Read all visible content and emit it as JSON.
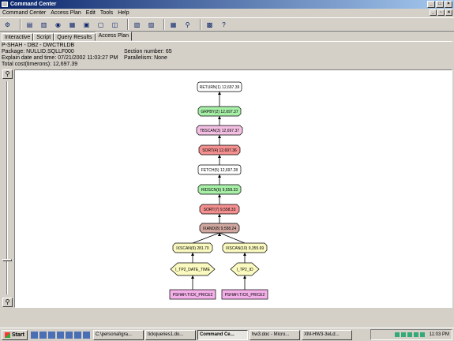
{
  "window": {
    "title": "Command Center"
  },
  "menu": [
    "Command Center",
    "Access Plan",
    "Edit",
    "Tools",
    "Help"
  ],
  "toolbar_icons": [
    "connect-icon",
    "script-icon",
    "db-icon",
    "history-icon",
    "form-icon",
    "stop-icon",
    "results-icon",
    "explain-icon",
    "save-icon",
    "grid-icon",
    "tree-icon",
    "prefs-icon",
    "help-icon"
  ],
  "tabs": [
    {
      "label": "Interactive",
      "active": false
    },
    {
      "label": "Script",
      "active": false
    },
    {
      "label": "Query Results",
      "active": false
    },
    {
      "label": "Access Plan",
      "active": true
    }
  ],
  "info": {
    "line1": "P-SHAH - DB2 - DWCTRLDB",
    "package": "Package: NULLID.SQLLF000",
    "explain": "Explain date and time: 07/21/2002 11:03:27 PM",
    "total_cost": "Total cost(timerons): 12,697.39",
    "section": "Section number: 65",
    "parallelism": "Parallelism: None"
  },
  "plan_nodes": [
    {
      "id": "return",
      "label": "RETURN(1) 12,697.39",
      "shape": "rect",
      "fill": "#ffffff"
    },
    {
      "id": "grpby",
      "label": "GRPBY(2) 12,697.37",
      "shape": "oct",
      "fill": "#a8f0a8"
    },
    {
      "id": "tbscan",
      "label": "TBSCAN(3) 12,697.37",
      "shape": "oct",
      "fill": "#f4c0e4"
    },
    {
      "id": "sort4",
      "label": "SORT(4) 12,697.36",
      "shape": "oct",
      "fill": "#f49090"
    },
    {
      "id": "fetch",
      "label": "FETCH(5) 12,697.28",
      "shape": "rect",
      "fill": "#ffffff"
    },
    {
      "id": "ridscn",
      "label": "RIDSCN(6) 9,558.33",
      "shape": "oct",
      "fill": "#a8f0a8"
    },
    {
      "id": "sort7",
      "label": "SORT(7) 9,558.33",
      "shape": "oct",
      "fill": "#f49090"
    },
    {
      "id": "ixand",
      "label": "IXAND(8) 9,558.24",
      "shape": "oct",
      "fill": "#d0a8a0"
    },
    {
      "id": "ixscan9",
      "label": "IXSCAN(9) 281.70",
      "shape": "oct",
      "fill": "#fafac0"
    },
    {
      "id": "ixscan10",
      "label": "IXSCAN(10) 9,355.69",
      "shape": "oct",
      "fill": "#fafac0"
    },
    {
      "id": "idx1",
      "label": "I_TP2_DATE_TIME",
      "shape": "hex",
      "fill": "#fafac0"
    },
    {
      "id": "idx2",
      "label": "I_TP2_ID",
      "shape": "hex",
      "fill": "#fafac0"
    },
    {
      "id": "tbl1",
      "label": "PSHAH.TICK_PRICE2",
      "shape": "rect",
      "fill": "#f4b0e8"
    },
    {
      "id": "tbl2",
      "label": "PSHAH.TICK_PRICE2",
      "shape": "rect",
      "fill": "#f4b0e8"
    }
  ],
  "taskbar": {
    "start": "Start",
    "tasks": [
      {
        "label": "C:\\personal\\gra...",
        "active": false
      },
      {
        "label": "tickqueries1.do...",
        "active": false
      },
      {
        "label": "Command Ce...",
        "active": true
      },
      {
        "label": "hw3.doc - Micro...",
        "active": false
      },
      {
        "label": "XM-HW3-3eLd...",
        "active": false
      }
    ],
    "clock": "11:03 PM"
  }
}
